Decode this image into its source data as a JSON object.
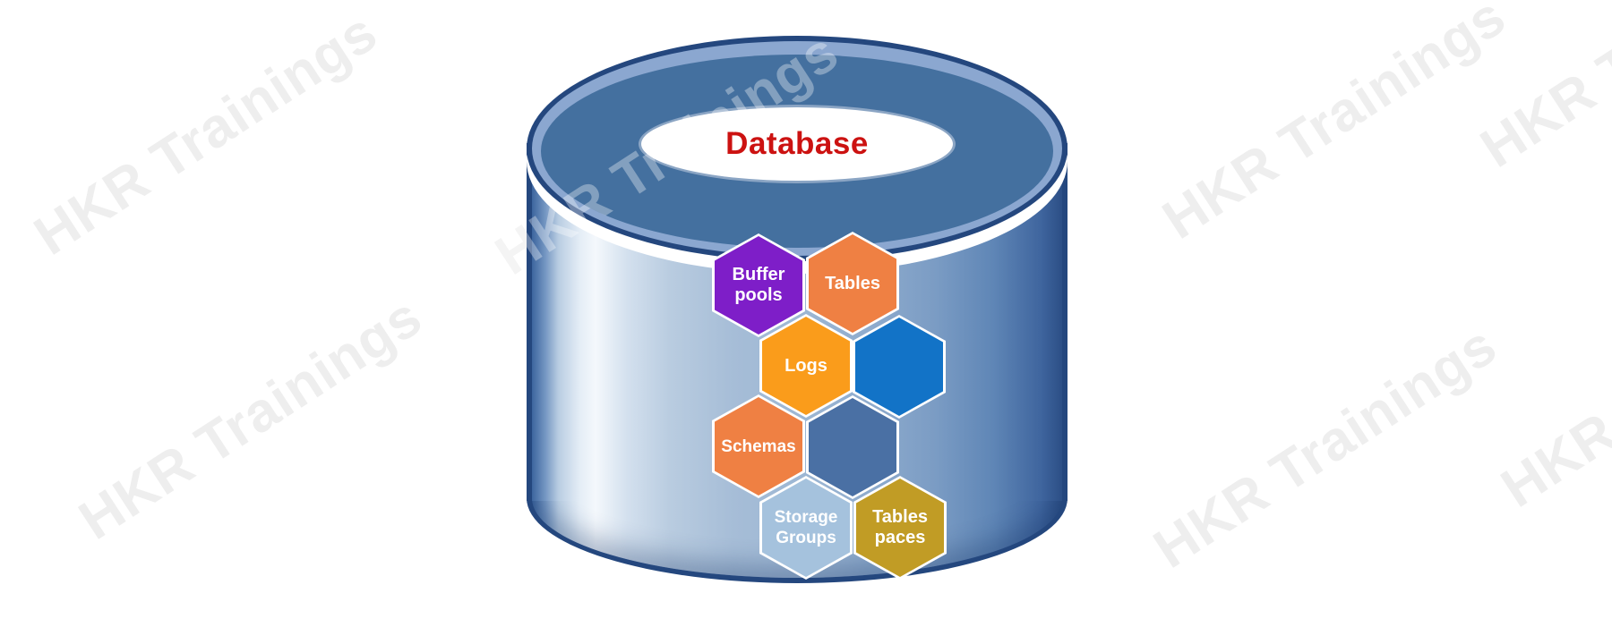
{
  "diagram": {
    "title": "Database",
    "title_color": "#CC1211",
    "watermark": {
      "text": "HKR Trainings",
      "color": "#EEEEEE"
    },
    "cylinder_colors": {
      "outline": "#24477E",
      "top_fill": "#44709F",
      "top_highlight": "#8BA7D0",
      "body_light": "#F4F8FC",
      "body_mid": "#9CB6D3",
      "body_dark": "#2C4F86"
    },
    "hexagons": [
      {
        "id": "buffer-pools",
        "label": "Buffer pools",
        "line1": "Buffer",
        "line2": "pools",
        "color": "#7E1EC8"
      },
      {
        "id": "tables",
        "label": "Tables",
        "line1": "Tables",
        "line2": "",
        "color": "#EF8043"
      },
      {
        "id": "logs",
        "label": "Logs",
        "line1": "Logs",
        "line2": "",
        "color": "#FA9C1B"
      },
      {
        "id": "unlabeled-bright-blue",
        "label": "",
        "line1": "",
        "line2": "",
        "color": "#1273C7"
      },
      {
        "id": "schemas",
        "label": "Schemas",
        "line1": "Schemas",
        "line2": "",
        "color": "#EF8043"
      },
      {
        "id": "unlabeled-steel-blue",
        "label": "",
        "line1": "",
        "line2": "",
        "color": "#4A70A4"
      },
      {
        "id": "storage-groups",
        "label": "Storage Groups",
        "line1": "Storage",
        "line2": "Groups",
        "color": "#A5C2DD"
      },
      {
        "id": "tablespaces",
        "label": "Tables paces",
        "line1": "Tables",
        "line2": "paces",
        "color": "#C19C25"
      }
    ]
  }
}
